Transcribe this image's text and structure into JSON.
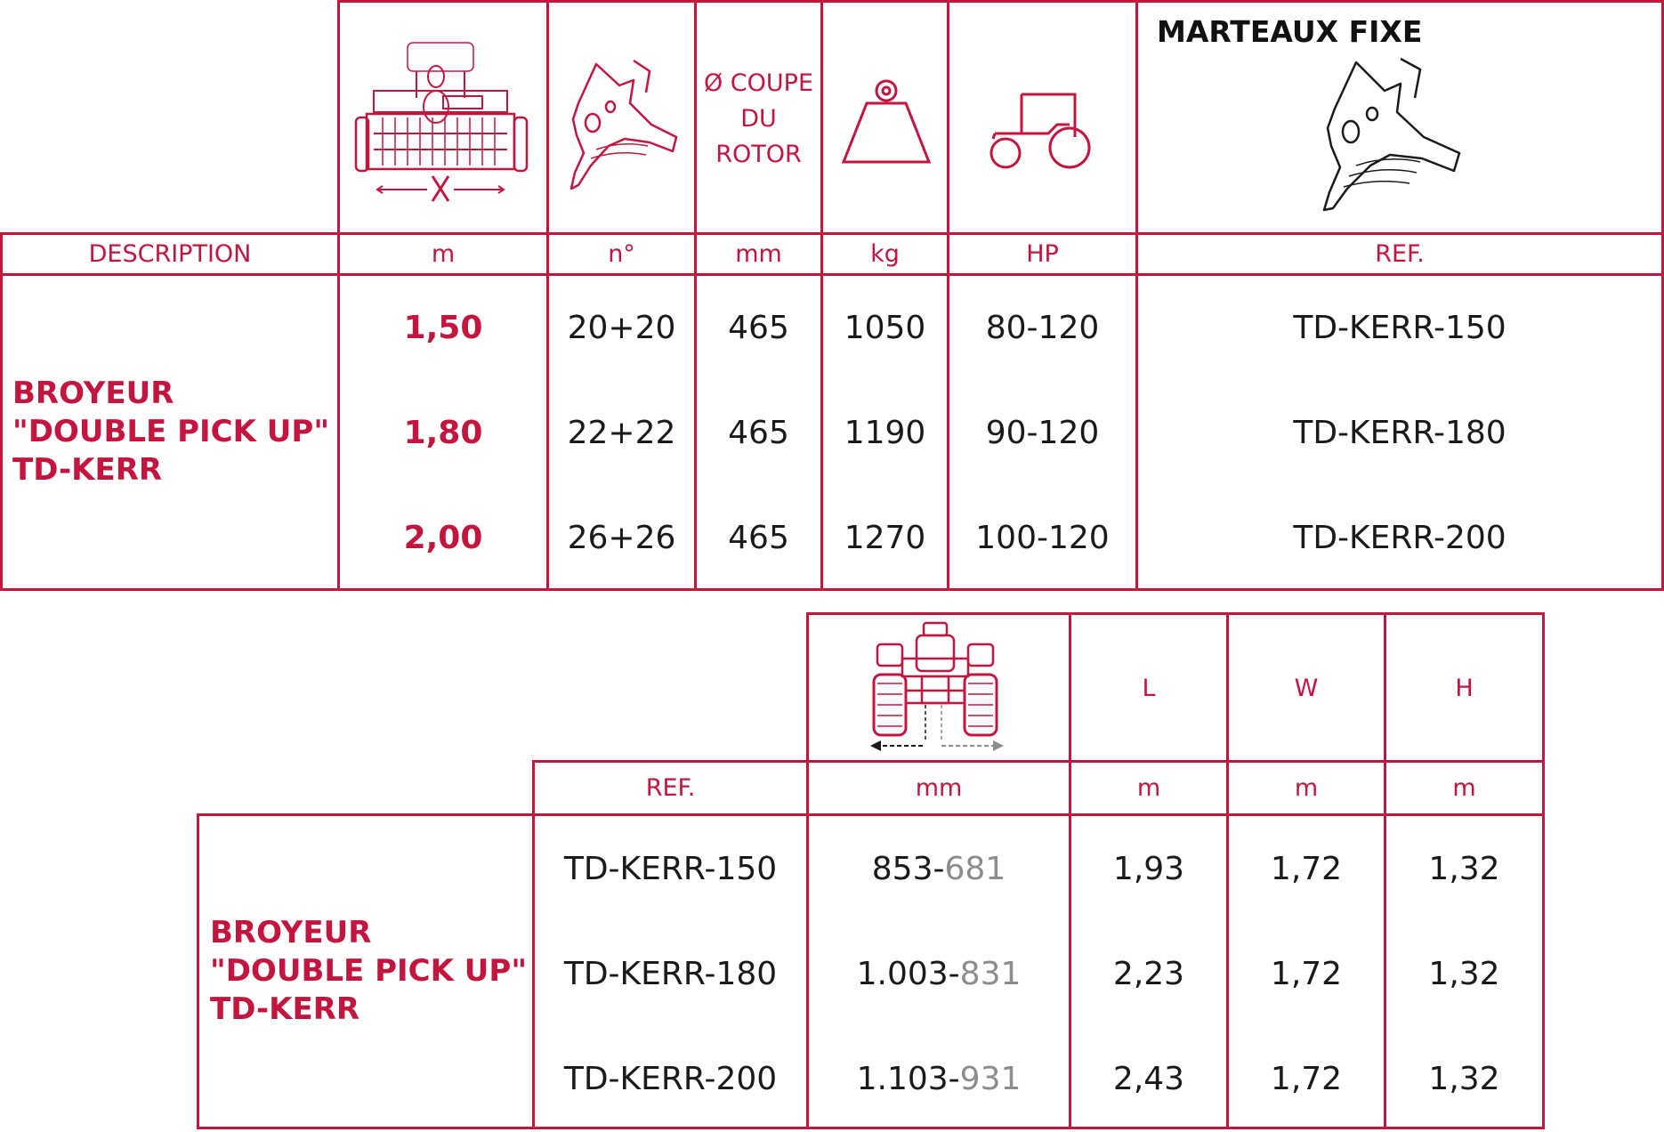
{
  "colors": {
    "accent": "#c4153f",
    "text": "#1a1a1a",
    "muted": "#8c8c8c"
  },
  "table1": {
    "header": {
      "rotor_cut_label": "Ø  COUPE DU ROTOR",
      "hammers_title": "MARTEAUX FIXE",
      "icons": [
        "mower-width-icon",
        "hammer-icon",
        "weight-icon",
        "tractor-icon",
        "fixed-hammer-icon"
      ]
    },
    "units": [
      "DESCRIPTION",
      "m",
      "n°",
      "mm",
      "kg",
      "HP",
      "REF."
    ],
    "description": [
      "BROYEUR",
      "\"DOUBLE PICK UP\"",
      "TD-KERR"
    ],
    "rows": [
      {
        "width": "1,50",
        "hammers": "20+20",
        "rotor": "465",
        "weight": "1050",
        "power": "80-120",
        "ref": "TD-KERR-150"
      },
      {
        "width": "1,80",
        "hammers": "22+22",
        "rotor": "465",
        "weight": "1190",
        "power": "90-120",
        "ref": "TD-KERR-180"
      },
      {
        "width": "2,00",
        "hammers": "26+26",
        "rotor": "465",
        "weight": "1270",
        "power": "100-120",
        "ref": "TD-KERR-200"
      }
    ]
  },
  "table2": {
    "header": {
      "L": "L",
      "W": "W",
      "H": "H",
      "icons": [
        "tractor-offset-icon"
      ]
    },
    "units": [
      "REF.",
      "mm",
      "m",
      "m",
      "m"
    ],
    "description": [
      "BROYEUR",
      "\"DOUBLE PICK UP\"",
      "TD-KERR"
    ],
    "rows": [
      {
        "ref": "TD-KERR-150",
        "offset_a": "853-",
        "offset_b": "681",
        "L": "1,93",
        "W": "1,72",
        "H": "1,32"
      },
      {
        "ref": "TD-KERR-180",
        "offset_a": "1.003-",
        "offset_b": "831",
        "L": "2,23",
        "W": "1,72",
        "H": "1,32"
      },
      {
        "ref": "TD-KERR-200",
        "offset_a": "1.103-",
        "offset_b": "931",
        "L": "2,43",
        "W": "1,72",
        "H": "1,32"
      }
    ]
  }
}
